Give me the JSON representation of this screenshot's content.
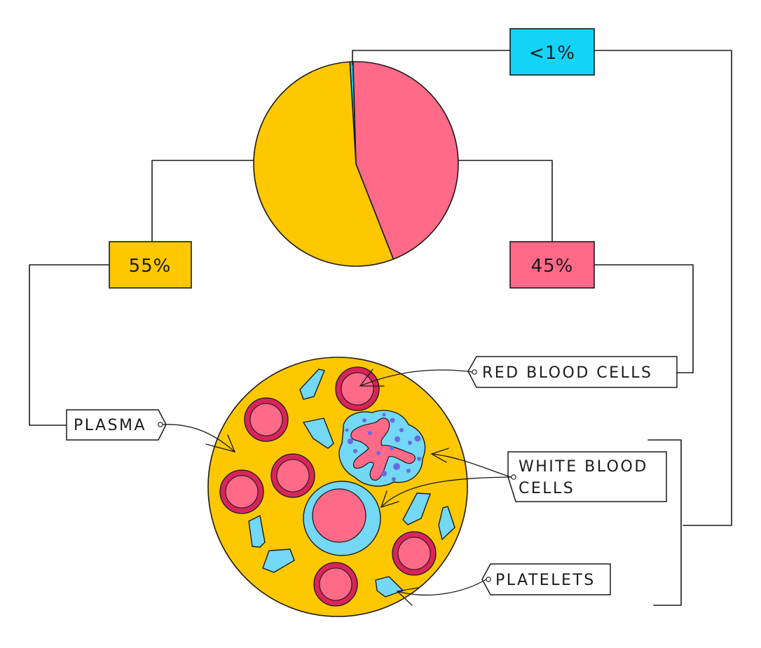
{
  "labels": {
    "platelets_wbc_percent": "<1%",
    "plasma_percent": "55%",
    "rbc_percent": "45%",
    "red_blood_cells": "RED BLOOD CELLS",
    "plasma": "PLASMA",
    "white_blood_cells_line1": "WHITE BLOOD",
    "white_blood_cells_line2": "CELLS",
    "platelets": "PLATELETS"
  },
  "colors": {
    "plasma": "#FDC800",
    "red_blood_cells": "#FF6A88",
    "rbc_rim": "#D8245A",
    "platelets_wbc": "#13D4F7",
    "platelet_fill": "#72D8F5",
    "wbc_nucleus": "#FF6A88",
    "granule": "#6A6AE0",
    "outline": "#1a1a1a"
  },
  "chart_data": {
    "type": "pie",
    "categories": [
      "Plasma",
      "Red blood cells",
      "White blood cells and platelets"
    ],
    "values": [
      55,
      44.5,
      0.5
    ],
    "data_labels": [
      "55%",
      "45%",
      "<1%"
    ]
  }
}
